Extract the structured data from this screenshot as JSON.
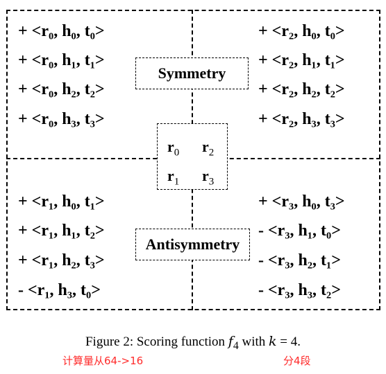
{
  "symmetry_label": "Symmetry",
  "antisymmetry_label": "Antisymmetry",
  "top_left": [
    "+ <r₀, h₀, t₀>",
    "+ <r₀, h₁, t₁>",
    "+ <r₀, h₂, t₂>",
    "+ <r₀, h₃, t₃>"
  ],
  "top_right": [
    "+ <r₂, h₀, t₀>",
    "+ <r₂, h₁, t₁>",
    "+ <r₂, h₂, t₂>",
    "+ <r₂, h₃, t₃>"
  ],
  "bottom_left": [
    "+ <r₁, h₀, t₁>",
    "+ <r₁, h₁, t₂>",
    "+ <r₁, h₂, t₃>",
    "- <r₁, h₃, t₀>"
  ],
  "bottom_right": [
    "+ <r₃, h₀, t₃>",
    "- <r₃, h₁, t₀>",
    "- <r₃, h₂, t₁>",
    "- <r₃, h₃, t₂>"
  ],
  "center": {
    "r0": {
      "base": "r",
      "sub": "0"
    },
    "r2": {
      "base": "r",
      "sub": "2"
    },
    "r1": {
      "base": "r",
      "sub": "1"
    },
    "r3": {
      "base": "r",
      "sub": "3"
    }
  },
  "caption": {
    "prefix": "Figure 2: Scoring function ",
    "f": "f",
    "f_sub": "4",
    "mid": " with ",
    "k": "k",
    "eq": " = 4."
  },
  "notes": {
    "left": "计算量从64->16",
    "right": "分4段"
  }
}
